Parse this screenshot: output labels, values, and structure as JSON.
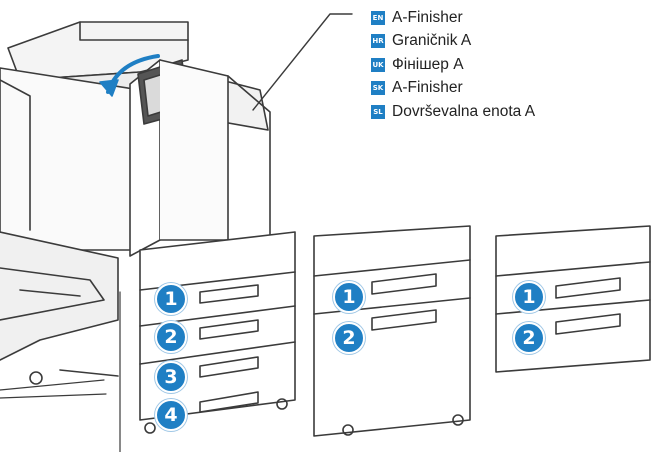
{
  "legend": [
    {
      "code": "EN",
      "label": "A-Finisher"
    },
    {
      "code": "HR",
      "label": "Graničnik A"
    },
    {
      "code": "UK",
      "label": "Фінішер А"
    },
    {
      "code": "SK",
      "label": "A-Finisher"
    },
    {
      "code": "SL",
      "label": "Dovrševalna enota A"
    }
  ],
  "printer_trays": [
    "1",
    "2",
    "3",
    "4"
  ],
  "cabinet_two_trays": [
    "1",
    "2"
  ],
  "cabinet_short_trays": [
    "1",
    "2"
  ],
  "colors": {
    "accent": "#1f7fc4",
    "line": "#3b3b3b",
    "body": "#ffffff"
  },
  "icons": [
    "screen-icon",
    "arrow-icon"
  ]
}
